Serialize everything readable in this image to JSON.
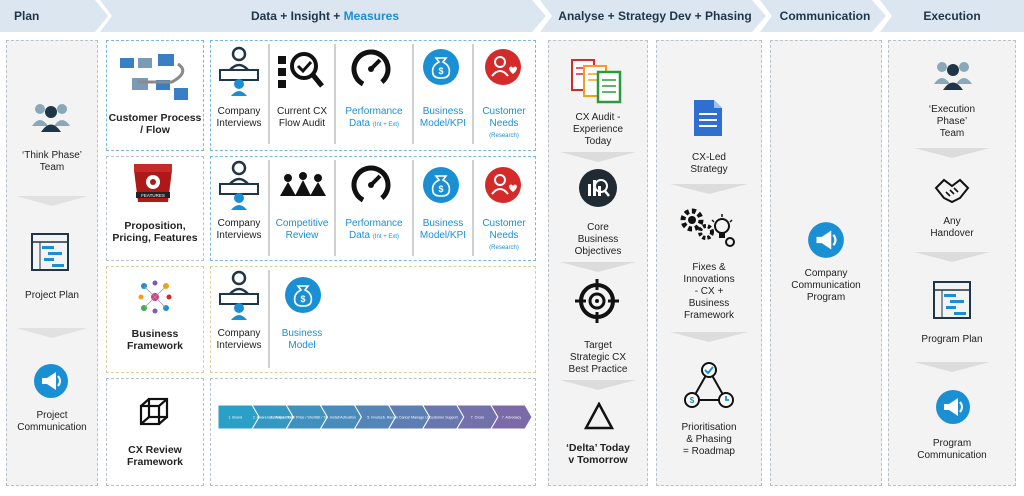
{
  "headers": {
    "plan": "Plan",
    "data_a": "Data + Insight + ",
    "data_b": "Measures",
    "analyse": "Analyse + Strategy Dev + Phasing",
    "communication": "Communication",
    "execution": "Execution"
  },
  "plan": {
    "team_a": "‘Think Phase’",
    "team_b": "Team",
    "project_plan": "Project Plan",
    "comm_a": "Project",
    "comm_b": "Communication"
  },
  "rows": {
    "r1": {
      "title_a": "Customer Process",
      "title_b": "/ Flow",
      "items": [
        {
          "l1": "Company",
          "l2": "Interviews",
          "l3": ""
        },
        {
          "l1": "Current CX",
          "l2": "Flow Audit",
          "l3": ""
        },
        {
          "l1": "Performance",
          "l2": "Data ",
          "l3": "(Int + Ext)"
        },
        {
          "l1": "Business",
          "l2": "Model/KPI",
          "l3": ""
        },
        {
          "l1": "Customer",
          "l2": "Needs",
          "l3": "(Research)"
        }
      ]
    },
    "r2": {
      "title_a": "Proposition,",
      "title_b": "Pricing, Features",
      "badge": "FEATURES",
      "items": [
        {
          "l1": "Company",
          "l2": "Interviews",
          "l3": ""
        },
        {
          "l1": "Competitive",
          "l2": "Review",
          "l3": ""
        },
        {
          "l1": "Performance",
          "l2": "Data ",
          "l3": "(Int + Ext)"
        },
        {
          "l1": "Business",
          "l2": "Model/KPI",
          "l3": ""
        },
        {
          "l1": "Customer",
          "l2": "Needs",
          "l3": "(Research)"
        }
      ]
    },
    "r3": {
      "title_a": "Business",
      "title_b": "Framework",
      "items": [
        {
          "l1": "Company",
          "l2": "Interviews",
          "l3": ""
        },
        {
          "l1": "Business",
          "l2": "Model",
          "l3": ""
        }
      ]
    },
    "r4": {
      "title_a": "CX Review",
      "title_b": "Framework",
      "steps": [
        "1. Brand",
        "2. Awareness Acquisition",
        "3. Online / Trial/ Price / Shortlist / Trial Comms",
        "4. Install Activation",
        "5. Invoice",
        "6. Renew Cancel Manage Usage",
        "Customer Support",
        "7. Cross",
        "7. Advocacy"
      ]
    }
  },
  "analyse": {
    "audit": [
      "CX Audit -",
      "Experience",
      "Today"
    ],
    "core": [
      "Core",
      "Business",
      "Objectives"
    ],
    "target": [
      "Target",
      "Strategic CX",
      "Best Practice"
    ],
    "delta": [
      "‘Delta’ Today",
      "v Tomorrow"
    ],
    "strategy": [
      "CX-Led",
      "Strategy"
    ],
    "fixes": [
      "Fixes &",
      "Innovations",
      "- CX +",
      "Business",
      "Framework"
    ],
    "roadmap": [
      "Prioritisation",
      "& Phasing",
      "= Roadmap"
    ]
  },
  "communication": {
    "program": [
      "Company",
      "Communication",
      "Program"
    ]
  },
  "execution": {
    "team": [
      "‘Execution",
      "Phase’",
      "Team"
    ],
    "handover": [
      "Any",
      "Handover"
    ],
    "plan": "Program Plan",
    "comm": [
      "Program",
      "Communication"
    ]
  },
  "colors": {
    "header_fill": "#dce6f1",
    "accent_blue": "#1a8fd4",
    "icon_dark": "#1f3548",
    "red": "#d42a2a",
    "step_blue": "#2a9fc8",
    "step_purple": "#7c6aa8"
  }
}
